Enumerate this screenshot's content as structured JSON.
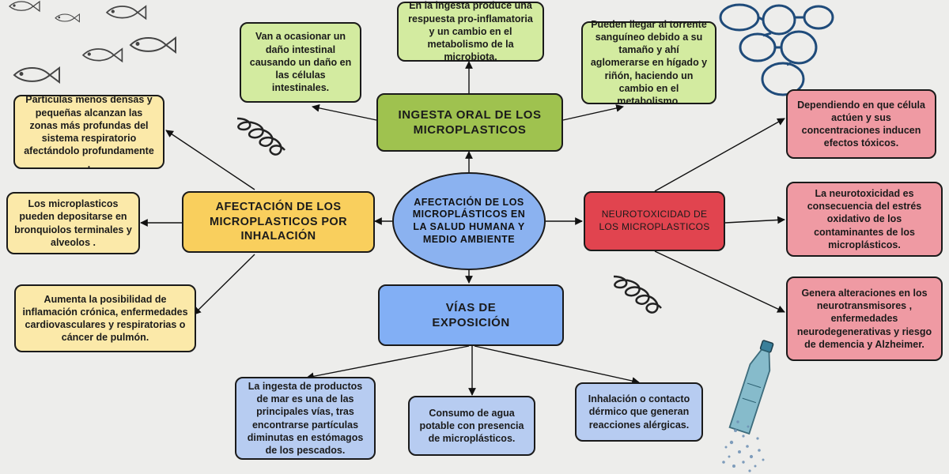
{
  "center": {
    "text": "AFECTACIÓN DE LOS MICROPLÁSTICOS EN LA SALUD HUMANA Y MEDIO AMBIENTE"
  },
  "branches": {
    "ingestion": {
      "title": "INGESTA ORAL DE LOS MICROPLASTICOS",
      "items": [
        "Van a ocasionar un daño intestinal causando un daño en las células intestinales.",
        "En la ingesta produce una respuesta pro-inflamatoria y un cambio en el metabolismo de la microbiota.",
        "Pueden llegar al torrente sanguíneo debido a su tamaño y ahí aglomerarse en hígado y riñón, haciendo un cambio en el metabolismo."
      ]
    },
    "inhalation": {
      "title": "AFECTACIÓN DE LOS MICROPLASTICOS POR INHALACIÓN",
      "items": [
        "Partículas menos densas y pequeñas alcanzan las zonas más profundas del sistema respiratorio afectándolo profundamente .",
        "Los microplasticos pueden depositarse en bronquiolos terminales y alveolos .",
        "Aumenta la posibilidad de inflamación crónica, enfermedades cardiovasculares y respiratorias o cáncer de pulmón."
      ]
    },
    "neurotoxicity": {
      "title": "NEUROTOXICIDAD DE LOS MICROPLASTICOS",
      "items": [
        "Dependiendo en que célula actúen y sus concentraciones inducen efectos tóxicos.",
        "La neurotoxicidad es consecuencia del estrés oxidativo de los contaminantes de los microplásticos.",
        "Genera alteraciones en los neurotransmisores , enfermedades neurodegenerativas y riesgo de demencia y Alzheimer."
      ]
    },
    "exposure": {
      "title": "VÍAS DE EXPOSICIÓN",
      "items": [
        "La ingesta de productos de mar es una de las principales vías, tras encontrarse partículas diminutas en estómagos de los pescados.",
        "Consumo de agua potable con presencia de microplásticos.",
        "Inhalación o contacto dérmico que generan reacciones alérgicas."
      ]
    }
  },
  "colors": {
    "background": "#ededeb",
    "green_main": "#9fc24f",
    "green_light": "#d3eba0",
    "yellow_main": "#f9cf5d",
    "yellow_light": "#fbe9a9",
    "red_main": "#e1444f",
    "red_light": "#ef9aa3",
    "blue_main": "#82aff5",
    "blue_light": "#b7ccf1",
    "center": "#8bb2f0"
  },
  "decorations": [
    "fish-icon",
    "spring-coil-icon",
    "molecule-chain-icon",
    "plastic-bottle-icon"
  ]
}
